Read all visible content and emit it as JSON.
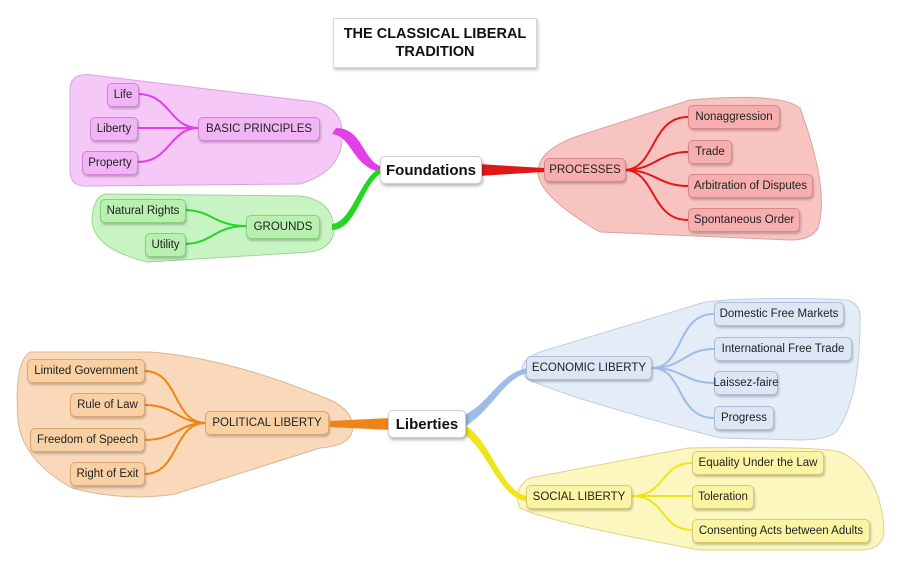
{
  "title": {
    "line1": "THE CLASSICAL LIBERAL",
    "line2": "TRADITION"
  },
  "foundations": {
    "label": "Foundations",
    "basic_principles": {
      "label": "BASIC PRINCIPLES",
      "items": [
        "Life",
        "Liberty",
        "Property"
      ]
    },
    "grounds": {
      "label": "GROUNDS",
      "items": [
        "Natural Rights",
        "Utility"
      ]
    },
    "processes": {
      "label": "PROCESSES",
      "items": [
        "Nonaggression",
        "Trade",
        "Arbitration of Disputes",
        "Spontaneous Order"
      ]
    }
  },
  "liberties": {
    "label": "Liberties",
    "political": {
      "label": "POLITICAL LIBERTY",
      "items": [
        "Limited Government",
        "Rule of Law",
        "Freedom of Speech",
        "Right of Exit"
      ]
    },
    "economic": {
      "label": "ECONOMIC LIBERTY",
      "items": [
        "Domestic Free Markets",
        "International Free Trade",
        "Laissez-faire",
        "Progress"
      ]
    },
    "social": {
      "label": "SOCIAL LIBERTY",
      "items": [
        "Equality Under the Law",
        "Toleration",
        "Consenting Acts between Adults"
      ]
    }
  },
  "colors": {
    "basic_principles": "#e040e8",
    "grounds": "#22d622",
    "processes": "#e01818",
    "political": "#ee8418",
    "economic": "#9dbde8",
    "social": "#f0e41a"
  }
}
